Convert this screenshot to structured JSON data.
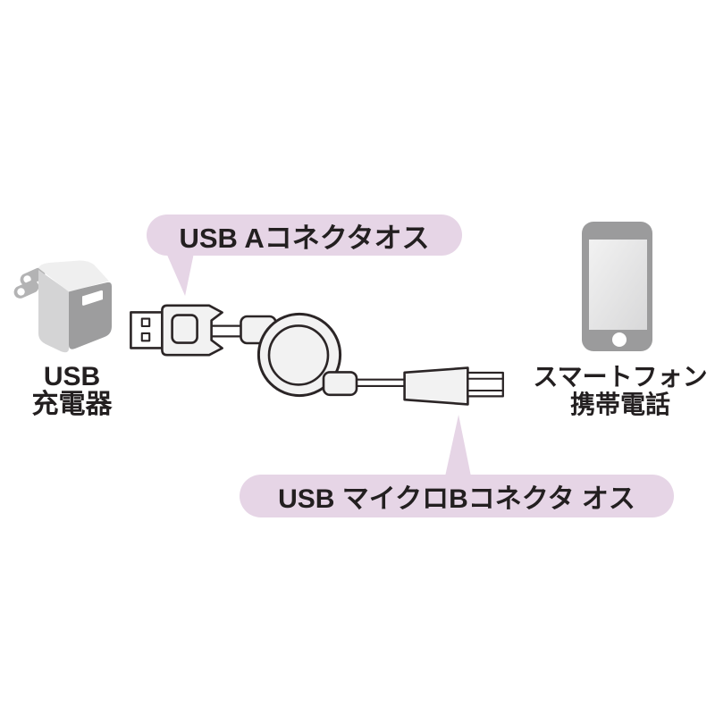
{
  "diagram": {
    "callouts": {
      "usb_a": "USB Aコネクタオス",
      "micro_b": "USB マイクロBコネクタ オス"
    },
    "charger_label": {
      "line1": "USB",
      "line2": "充電器"
    },
    "phone_label": {
      "line1": "スマートフォン",
      "line2": "携帯電話"
    },
    "icons": {
      "left_device": "usb-charger-icon",
      "right_device": "smartphone-icon",
      "center": "retractable-usb-cable-illustration"
    },
    "colors": {
      "callout_bg": "#e6d5e6",
      "text": "#231f20",
      "line_outline": "#2b2526",
      "cable_fill": "#f2f2f2",
      "device_gray": "#9b9b9c",
      "device_light_gray": "#d4d4d5"
    }
  }
}
